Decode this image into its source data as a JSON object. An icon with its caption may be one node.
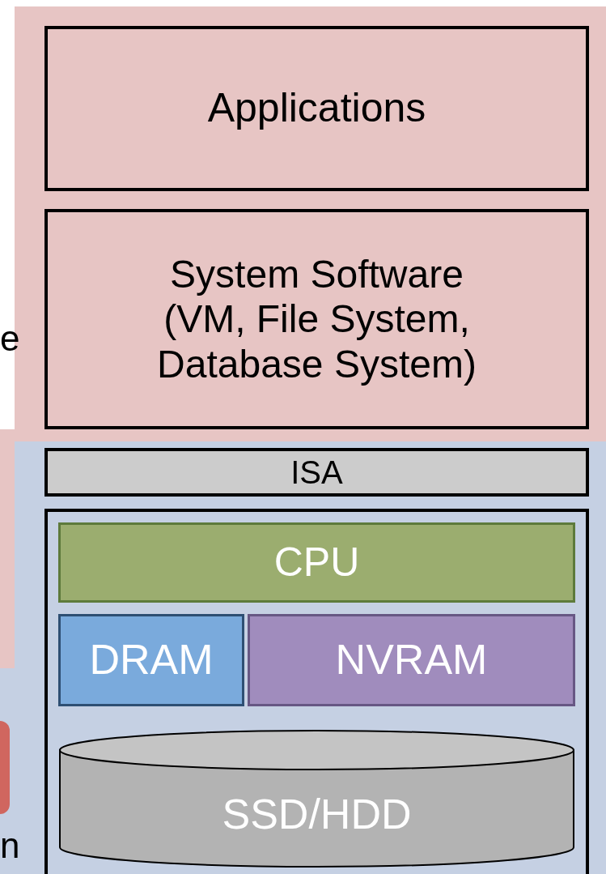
{
  "diagram": {
    "nodes": [
      {
        "text": [
          "Applications"
        ]
      },
      {
        "text": [
          "System Software (VM, File System, Database System)"
        ]
      },
      {
        "text": [
          "ISA"
        ]
      },
      {
        "text": [],
        "shape": "box"
      },
      {
        "text": [
          "CPU"
        ],
        "in": 3
      },
      {
        "text": [
          "DRAM"
        ],
        "in": 3
      },
      {
        "text": [
          "NVRAM"
        ],
        "in": 3
      },
      {
        "text": [
          "SSD/HDD"
        ],
        "in": 3
      }
    ],
    "labels": [
      "e",
      "n"
    ]
  }
}
